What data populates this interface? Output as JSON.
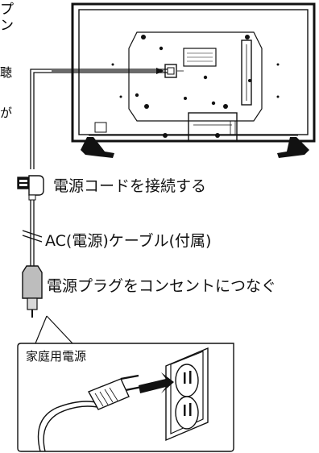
{
  "side_text": [
    "プ",
    "ン",
    "聴",
    "が"
  ],
  "labels": {
    "connect_cord": "電源コードを接続する",
    "ac_cable": "AC(電源)ケーブル(付属)",
    "plug_outlet": "電源プラグをコンセントにつなぐ",
    "household_power": "家庭用電源"
  }
}
